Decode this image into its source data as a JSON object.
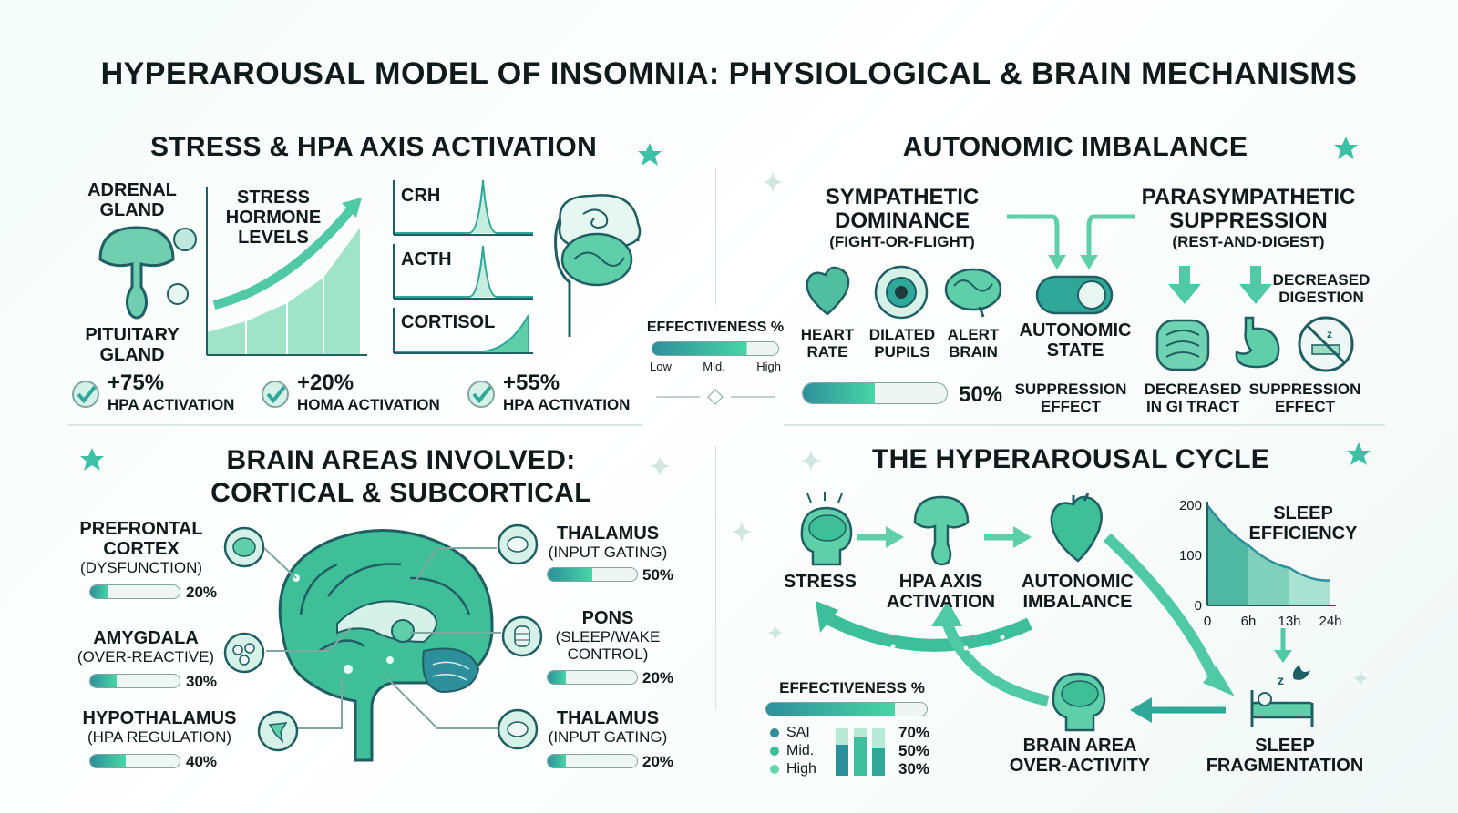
{
  "title": "HYPERAROUSAL MODEL OF INSOMNIA: PHYSIOLOGICAL & BRAIN MECHANISMS",
  "colors": {
    "teal": "#2fa89a",
    "mint": "#4fd8a8",
    "dark": "#1f5e63",
    "pale": "#d6f1e8"
  },
  "stress": {
    "title": "STRESS & HPA AXIS ACTIVATION",
    "adrenal": "ADRENAL\nGLAND",
    "pituitary": "PITUITARY\nGLAND",
    "chart_label": "STRESS\nHORMONE\nLEVELS",
    "hormones": [
      "CRH",
      "ACTH",
      "CORTISOL"
    ],
    "stats": [
      {
        "value": "+75%",
        "label": "HPA ACTIVATION"
      },
      {
        "value": "+20%",
        "label": "HOMA ACTIVATION"
      },
      {
        "value": "+55%",
        "label": "HPA ACTIVATION"
      }
    ]
  },
  "effectiveness_top": {
    "title": "EFFECTIVENESS %",
    "low": "Low",
    "mid": "Mid.",
    "high": "High"
  },
  "autonomic": {
    "title": "AUTONOMIC IMBALANCE",
    "symp_title": "SYMPATHETIC\nDOMINANCE",
    "symp_sub": "(FIGHT-OR-FLIGHT)",
    "para_title": "PARASYMPATHETIC\nSUPPRESSION",
    "para_sub": "(REST-AND-DIGEST)",
    "icons": [
      "HEART\nRATE",
      "DILATED\nPUPILS",
      "ALERT\nBRAIN"
    ],
    "state": "AUTONOMIC\nSTATE",
    "percent_text": "50%",
    "percent": 50,
    "suppression": "SUPPRESSION\nEFFECT",
    "decreased_digestion": "DECREASED\nDIGESTION",
    "gi": "DECREASED\nIN GI TRACT",
    "suppression2": "SUPPRESSION\nEFFECT"
  },
  "brain": {
    "title": "BRAIN AREAS INVOLVED:\nCORTICAL & SUBCORTICAL",
    "areas_left": [
      {
        "name": "PREFRONTAL\nCORTEX",
        "sub": "(DYSFUNCTION)",
        "pct_text": "20%",
        "pct": 20
      },
      {
        "name": "AMYGDALA",
        "sub": "(OVER-REACTIVE)",
        "pct_text": "30%",
        "pct": 30
      },
      {
        "name": "HYPOTHALAMUS",
        "sub": "(HPA REGULATION)",
        "pct_text": "40%",
        "pct": 40
      }
    ],
    "areas_right": [
      {
        "name": "THALAMUS",
        "sub": "(INPUT GATING)",
        "pct_text": "50%",
        "pct": 50
      },
      {
        "name": "PONS",
        "sub": "(SLEEP/WAKE\nCONTROL)",
        "pct_text": "20%",
        "pct": 20
      },
      {
        "name": "THALAMUS",
        "sub": "(INPUT GATING)",
        "pct_text": "20%",
        "pct": 20
      }
    ]
  },
  "cycle": {
    "title": "THE HYPERAROUSAL CYCLE",
    "stress": "STRESS",
    "hpa": "HPA AXIS\nACTIVATION",
    "autonomic": "AUTONOMIC\nIMBALANCE",
    "brain": "BRAIN AREA\nOVER-ACTIVITY",
    "sleep": "SLEEP\nFRAGMENTATION",
    "sleep_eff": "SLEEP\nEFFICIENCY",
    "effectiveness": {
      "title": "EFFECTIVENESS %",
      "legend": [
        {
          "name": "SAI",
          "value": "70%"
        },
        {
          "name": "Mid.",
          "value": "50%"
        },
        {
          "name": "High",
          "value": "30%"
        }
      ]
    }
  },
  "chart_data": {
    "type": "area",
    "title": "SLEEP EFFICIENCY",
    "x": [
      "0",
      "6h",
      "13h",
      "24h"
    ],
    "yticks": [
      "200",
      "100",
      "0"
    ],
    "values": [
      200,
      120,
      75,
      50
    ],
    "ylim": [
      0,
      200
    ]
  }
}
